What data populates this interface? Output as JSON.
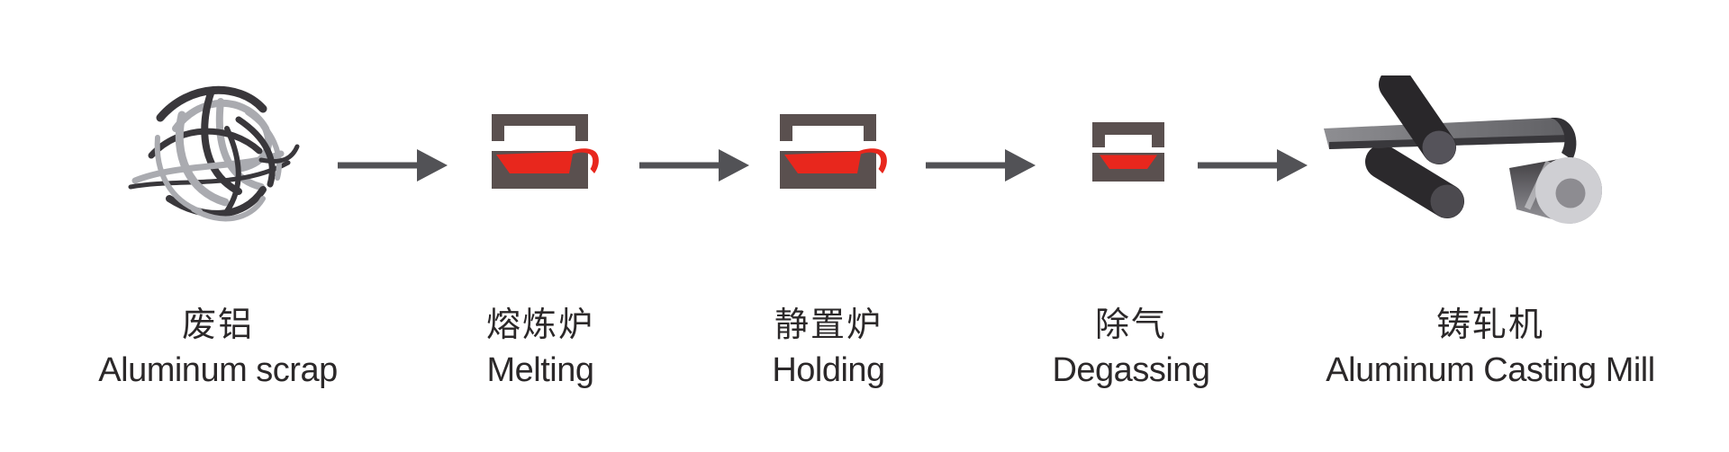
{
  "diagram": {
    "type": "process-flow",
    "direction": "left-to-right",
    "stages": [
      {
        "label_zh": "废铝",
        "label_en": "Aluminum scrap",
        "icon": "aluminum-scrap-tangle"
      },
      {
        "label_zh": "熔炼炉",
        "label_en": "Melting",
        "icon": "melting-furnace"
      },
      {
        "label_zh": "静置炉",
        "label_en": "Holding",
        "icon": "holding-furnace"
      },
      {
        "label_zh": "除气",
        "label_en": "Degassing",
        "icon": "degassing-furnace"
      },
      {
        "label_zh": "铸轧机",
        "label_en": "Aluminum Casting Mill",
        "icon": "casting-mill-rollers-coil"
      }
    ],
    "arrow_count": 4
  },
  "colors": {
    "background": "#ffffff",
    "text": "#2b2829",
    "arrow": "#525256",
    "furnace_frame": "#5a504f",
    "molten_red": "#e8271d",
    "scrap_dark": "#39373b",
    "scrap_silver": "#aaabb0",
    "roller_dark": "#2b292c",
    "roller_cap": "#55535a",
    "sheet_gray": "#7b7a7f",
    "sheet_edge": "#39383c",
    "coil_face": "#cfcfd3",
    "coil_hole": "#8d8c91"
  }
}
